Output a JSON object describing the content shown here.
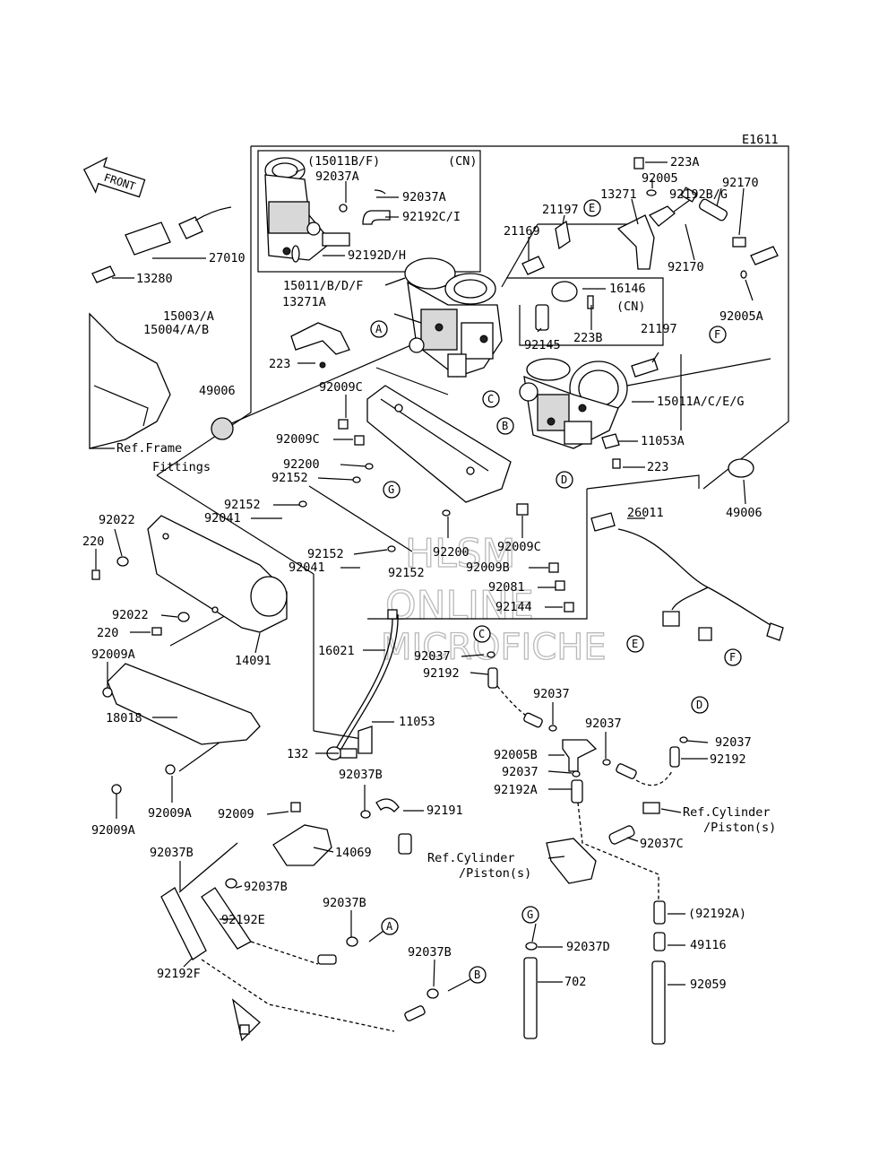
{
  "diagram": {
    "code": "E1611",
    "front_label": "FRONT",
    "watermark": [
      "HLSM",
      "ONLINE",
      "MICROFICHE"
    ],
    "callouts": {
      "A": "A",
      "B": "B",
      "C": "C",
      "D": "D",
      "E": "E",
      "F": "F",
      "G": "G"
    },
    "labels": {
      "l15011bf": "(15011B/F)",
      "lcn1": "(CN)",
      "l92037a_1": "92037A",
      "l92037a_2": "92037A",
      "l92192ci": "92192C/I",
      "l92192dh": "92192D/H",
      "l27010": "27010",
      "l13280": "13280",
      "l15011bdf": "15011/B/D/F",
      "l13271a": "13271A",
      "l15003a": "15003/A",
      "l15004ab": "15004/A/B",
      "l223_1": "223",
      "l49006_1": "49006",
      "l92009c_1": "92009C",
      "l92009c_2": "92009C",
      "l92200_1": "92200",
      "l92152_1": "92152",
      "l92152_2": "92152",
      "l92041_1": "92041",
      "l92152_3": "92152",
      "l92041_2": "92041",
      "l92200_2": "92200",
      "l92152_4": "92152",
      "l92009c_3": "92009C",
      "l92009b": "92009B",
      "l92081": "92081",
      "l92144": "92144",
      "l223a": "223A",
      "l92005": "92005",
      "l13271": "13271",
      "l92192bg": "92192B/G",
      "l92170_1": "92170",
      "l21197_1": "21197",
      "l21169": "21169",
      "l92170_2": "92170",
      "l16146": "16146",
      "lcn2": "(CN)",
      "l92005a": "92005A",
      "l92145": "92145",
      "l223b": "223B",
      "l21197_2": "21197",
      "l15011aceg": "15011A/C/E/G",
      "l11053a": "11053A",
      "l223_2": "223",
      "l49006_2": "49006",
      "l26011": "26011",
      "l92022_1": "92022",
      "l220_1": "220",
      "l92022_2": "92022",
      "l220_2": "220",
      "l14091": "14091",
      "l92009a_1": "92009A",
      "l18018": "18018",
      "l92009a_2": "92009A",
      "l92009a_3": "92009A",
      "l16021": "16021",
      "l92037_1": "92037",
      "l92192_1": "92192",
      "l11053": "11053",
      "l132": "132",
      "l92037_2": "92037",
      "l92037_3": "92037",
      "l92005b": "92005B",
      "l92037_4": "92037",
      "l92192a": "92192A",
      "l92037_5": "92037",
      "l92192_2": "92192",
      "l92037b_1": "92037B",
      "l92009": "92009",
      "l92191": "92191",
      "l14069": "14069",
      "l92037b_2": "92037B",
      "l92037b_3": "92037B",
      "l92192e": "92192E",
      "l92037b_4": "92037B",
      "l92192f": "92192F",
      "l92037b_5": "92037B",
      "l92037c": "92037C",
      "l92192a_p": "(92192A)",
      "l49116": "49116",
      "l92037d": "92037D",
      "l702": "702",
      "l92059": "92059"
    },
    "refs": {
      "frame_1": "Ref.Frame",
      "frame_2": "Fittings",
      "cyl_r1": "Ref.Cylinder",
      "cyl_r2": "/Piston(s)",
      "cyl_l1": "Ref.Cylinder",
      "cyl_l2": "/Piston(s)"
    }
  }
}
